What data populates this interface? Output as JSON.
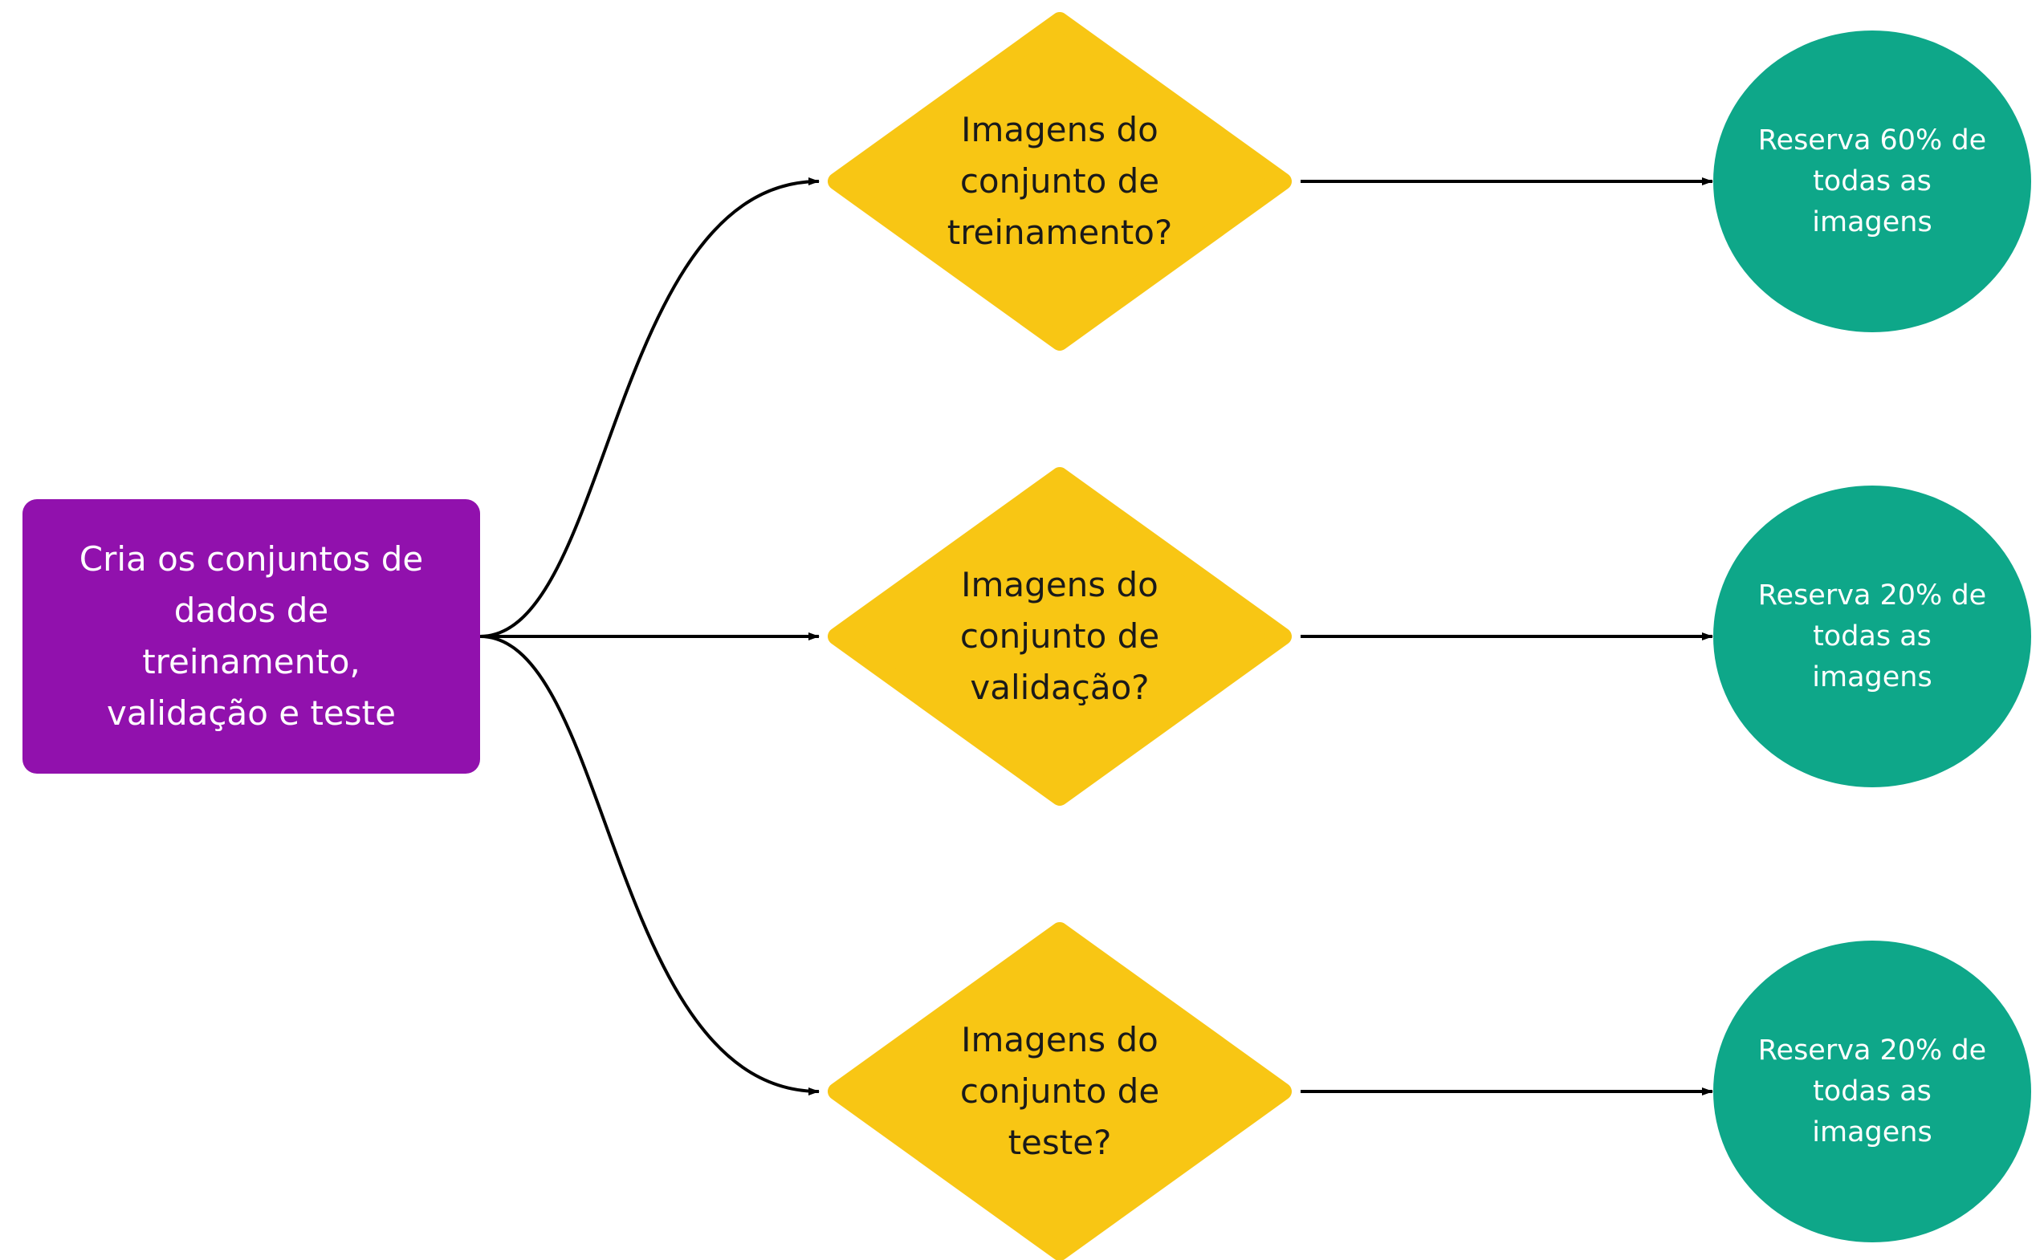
{
  "colors": {
    "start_fill": "#9111AD",
    "decision_fill": "#F8C614",
    "result_fill": "#0EA789",
    "connector": "#000000"
  },
  "start": {
    "label": "Cria os conjuntos de\ndados de\ntreinamento,\nvalidação e teste"
  },
  "decisions": [
    {
      "label": "Imagens do\nconjunto de\ntreinamento?"
    },
    {
      "label": "Imagens do\nconjunto de\nvalidação?"
    },
    {
      "label": "Imagens do\nconjunto de\nteste?"
    }
  ],
  "results": [
    {
      "label": "Reserva 60% de\ntodas as\nimagens"
    },
    {
      "label": "Reserva 20% de\ntodas as\nimagens"
    },
    {
      "label": "Reserva 20% de\ntodas as\nimagens"
    }
  ]
}
